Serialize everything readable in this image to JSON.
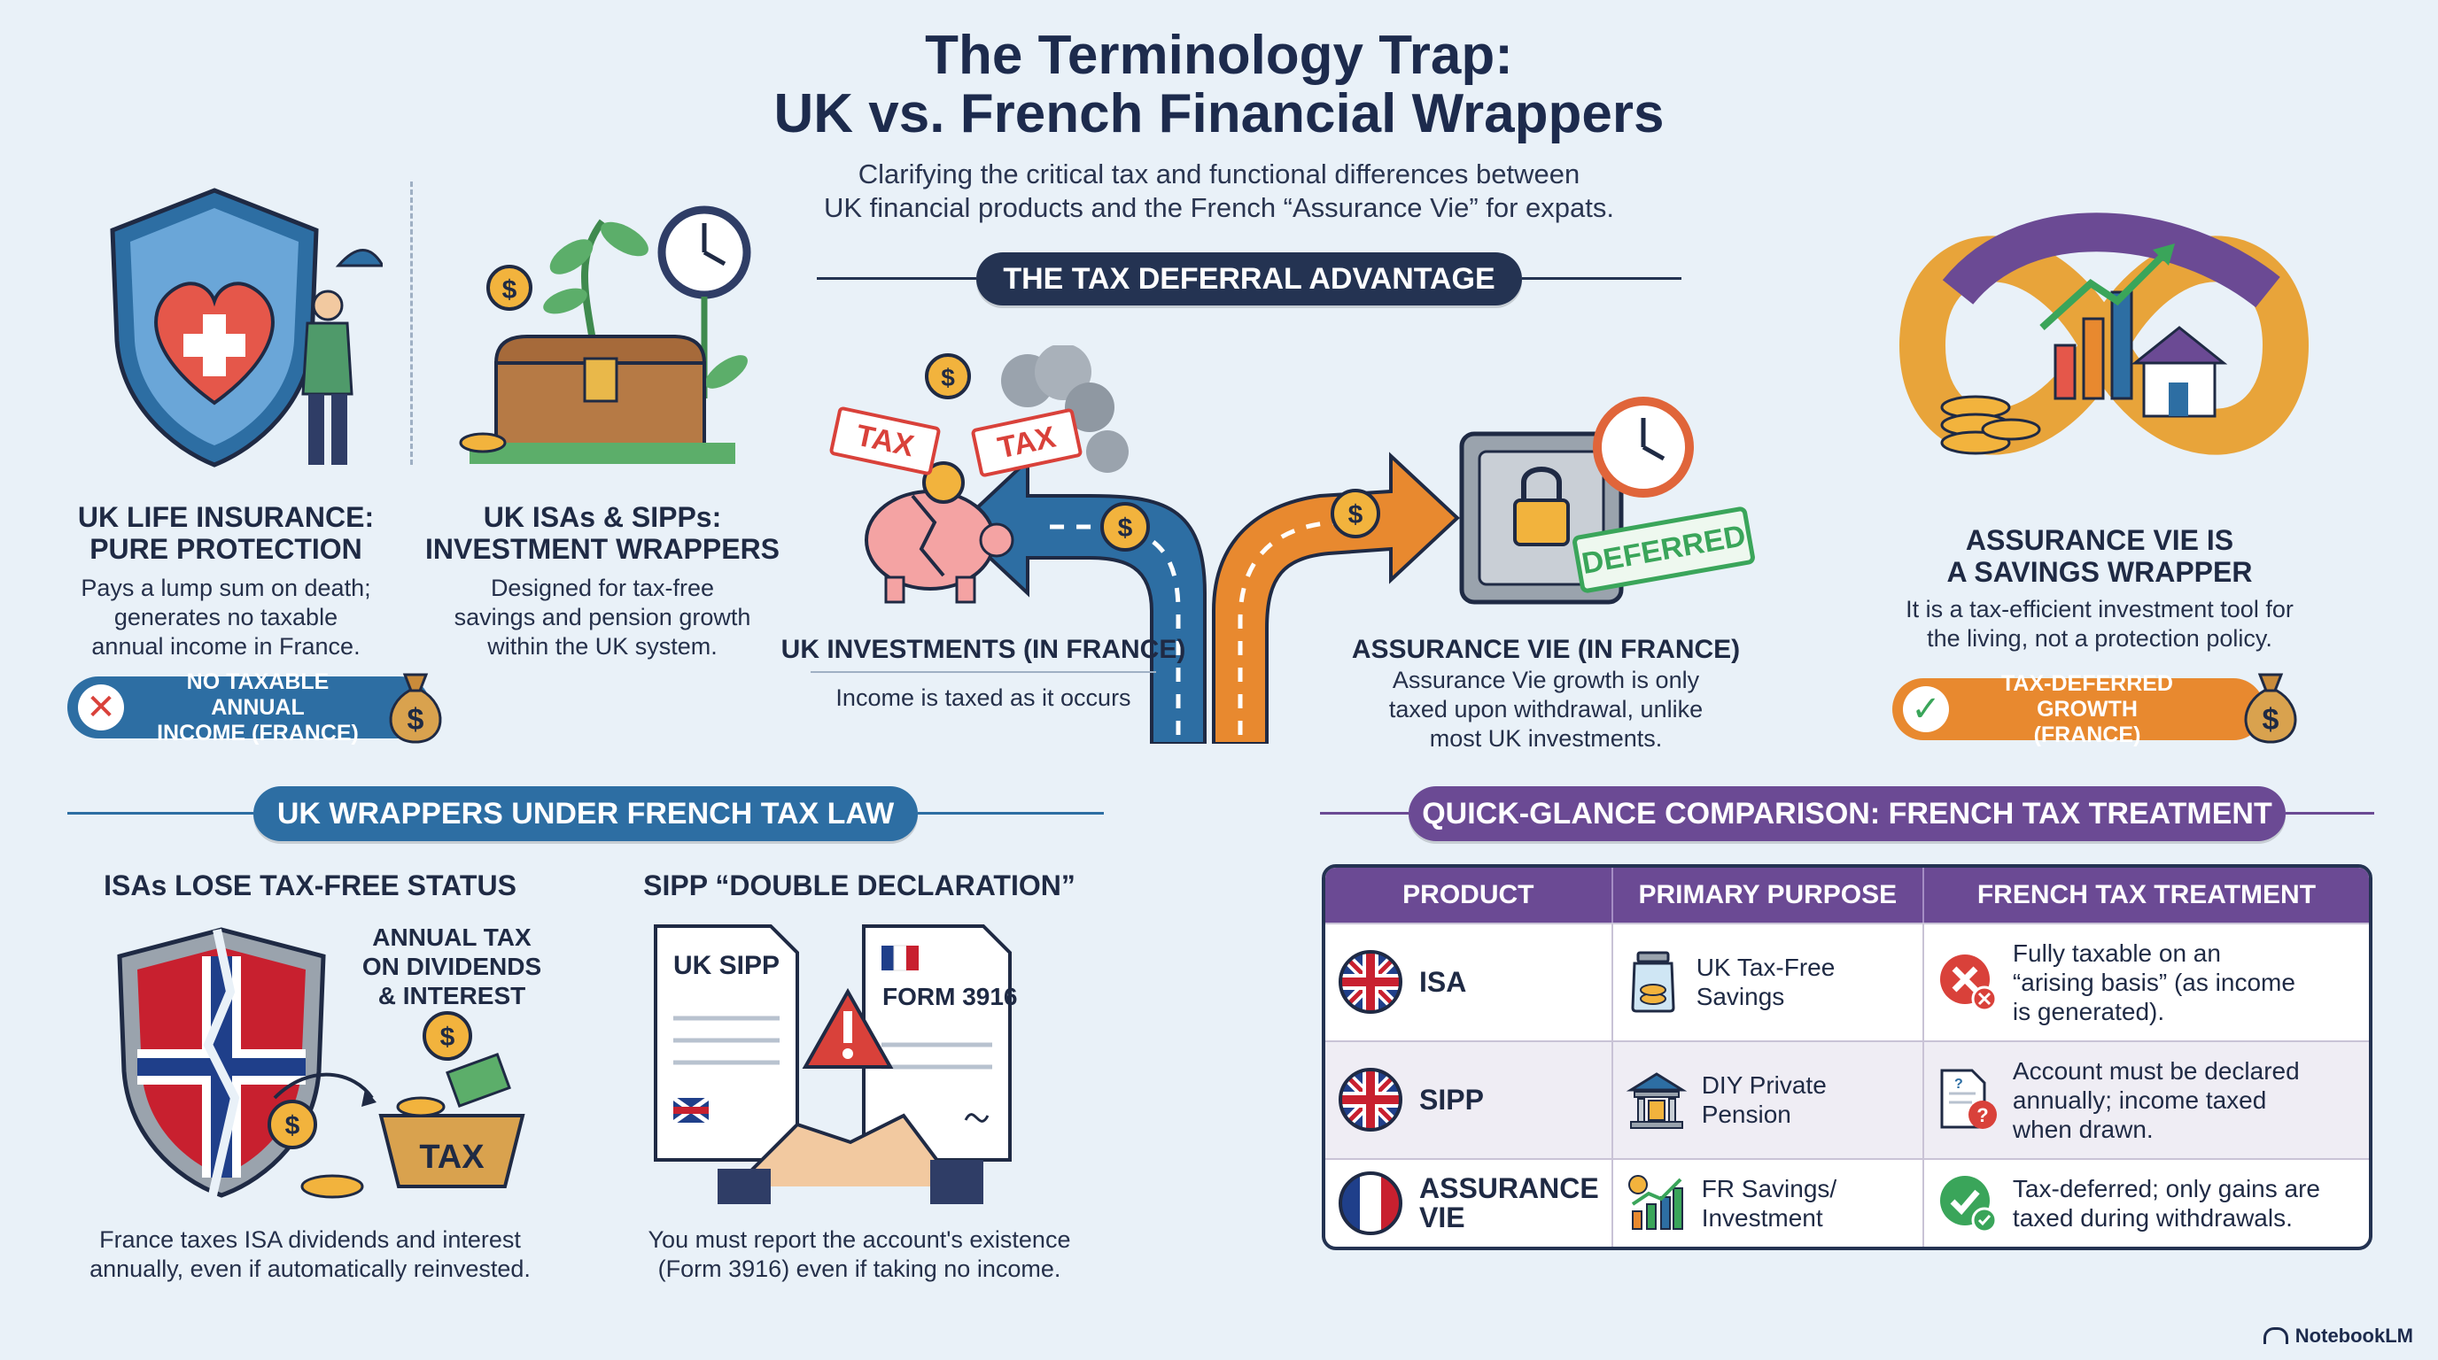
{
  "header": {
    "title_line1": "The Terminology Trap:",
    "title_line2": "UK vs. French Financial Wrappers",
    "subtitle_line1": "Clarifying the critical tax and functional differences between",
    "subtitle_line2": "UK financial products and the French “Assurance Vie” for expats."
  },
  "life_insurance": {
    "heading_line1": "UK LIFE INSURANCE:",
    "heading_line2": "PURE PROTECTION",
    "body_line1": "Pays a lump sum on death;",
    "body_line2": "generates no taxable",
    "body_line3": "annual income in France.",
    "badge_line1": "NO TAXABLE ANNUAL",
    "badge_line2": "INCOME (FRANCE)",
    "badge_icon": "✕"
  },
  "isas_sipps": {
    "heading_line1": "UK ISAs & SIPPs:",
    "heading_line2": "INVESTMENT WRAPPERS",
    "body_line1": "Designed for tax-free",
    "body_line2": "savings and pension growth",
    "body_line3": "within the UK system."
  },
  "tax_deferral": {
    "banner": "THE TAX DEFERRAL ADVANTAGE",
    "tax_tag": "TAX",
    "deferred_stamp": "DEFERRED",
    "uk_heading": "UK INVESTMENTS (IN FRANCE)",
    "uk_body": "Income is taxed as it occurs",
    "av_heading": "ASSURANCE VIE (IN FRANCE)",
    "av_body_line1": "Assurance Vie growth is only",
    "av_body_line2": "taxed upon withdrawal, unlike",
    "av_body_line3": "most UK investments."
  },
  "assurance_vie": {
    "heading_line1": "ASSURANCE VIE IS",
    "heading_line2": "A SAVINGS WRAPPER",
    "body_line1": "It is a tax-efficient investment tool for",
    "body_line2": "the living, not a protection policy.",
    "badge_line1": "TAX-DEFERRED GROWTH",
    "badge_line2": "(FRANCE)",
    "badge_icon": "✓"
  },
  "uk_wrappers": {
    "banner": "UK WRAPPERS UNDER FRENCH TAX LAW",
    "isa_heading": "ISAs LOSE TAX-FREE STATUS",
    "annual_tax_line1": "ANNUAL TAX",
    "annual_tax_line2": "ON DIVIDENDS",
    "annual_tax_line3": "& INTEREST",
    "tax_basket": "TAX",
    "isa_body_line1": "France taxes ISA dividends and interest",
    "isa_body_line2": "annually, even if automatically reinvested.",
    "sipp_heading": "SIPP “DOUBLE DECLARATION”",
    "doc_uk": "UK SIPP",
    "doc_fr": "FORM 3916",
    "sipp_body_line1": "You must report the account's existence",
    "sipp_body_line2": "(Form 3916) even if taking no income."
  },
  "comparison": {
    "banner": "QUICK-GLANCE COMPARISON: FRENCH TAX TREATMENT",
    "headers": [
      "PRODUCT",
      "PRIMARY PURPOSE",
      "FRENCH TAX TREATMENT"
    ],
    "rows": [
      {
        "product": "ISA",
        "purpose_line1": "UK Tax-Free",
        "purpose_line2": "Savings",
        "treatment_line1": "Fully taxable on an",
        "treatment_line2": "“arising basis” (as income",
        "treatment_line3": "is generated)."
      },
      {
        "product": "SIPP",
        "purpose_line1": "DIY Private",
        "purpose_line2": "Pension",
        "treatment_line1": "Account must be declared",
        "treatment_line2": "annually; income taxed",
        "treatment_line3": "when drawn."
      },
      {
        "product_line1": "ASSURANCE",
        "product_line2": "VIE",
        "purpose_line1": "FR Savings/",
        "purpose_line2": "Investment",
        "treatment_line1": "Tax-deferred; only gains are",
        "treatment_line2": "taxed during withdrawals."
      }
    ]
  },
  "footer": {
    "brand": "NotebookLM"
  },
  "colors": {
    "navy": "#243352",
    "blue": "#2d6ea3",
    "orange": "#e8892f",
    "purple": "#6b4a94",
    "red": "#d9413a",
    "green": "#3aa55a",
    "background": "#e9f1f8"
  }
}
